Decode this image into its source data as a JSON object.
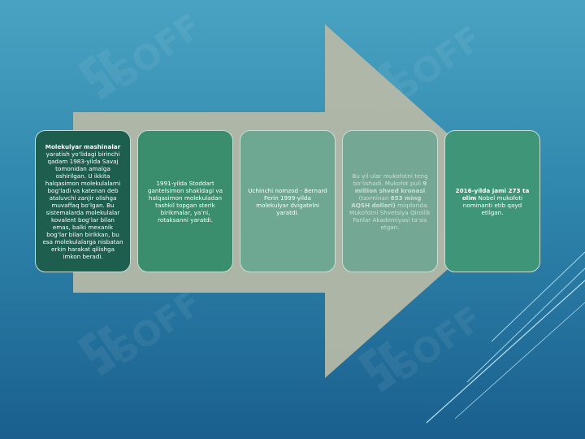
{
  "brand": {
    "watermark_text": "SOFF"
  },
  "colors": {
    "arrow": "#b4b8a6",
    "box1": "#1d5e4e",
    "box2": "#3a8e6e",
    "box3": "#6ea792",
    "box4": "#74a895",
    "box5": "#3f9578"
  },
  "steps": [
    {
      "title": "Molekulyar mashinalar",
      "text": "yaratish yo‘lidagi birinchi qadam 1983-yilda Savaj tomonidan amalga oshirilgan. U ikkita halqasimon molekulalarni bog‘ladi va katenan deb ataluvchi zanjir olishga muvaffaq bo‘lgan. Bu sistemalarda molekulalar kovalent bog‘lar bilan emas, balki mexanik bog‘lar bilan birikkan, bu esa molekulalarga nisbatan erkin harakat qilishga imkon beradi."
    },
    {
      "text": "1991-yilda Stoddart gantelsimon shakldagi va halqasimon molekuladan tashkil topgan sterik birikmalar, ya’ni, rotaksanni yaratdi."
    },
    {
      "text": "Uchinchi nomzod - Bernard Ferin 1999-yilda molekulyar dvigatelni yaratdi."
    },
    {
      "pre": "Bu yil ular mukofotni teng bo‘lishadi. Mukofot puli",
      "highlight": "9 million shved kronasi",
      "post": "(taxminan",
      "highlight2": "853 ming AQSH dollari)",
      "post2": "miqdorida. Mukofotni Shvetsiya Qirollik Fanlar Akademiyasi ta’sis etgan."
    },
    {
      "highlight": "2016-yilda jami 273 ta olim",
      "text": "Nobel mukofoti nominanti etib qayd etilgan."
    }
  ]
}
